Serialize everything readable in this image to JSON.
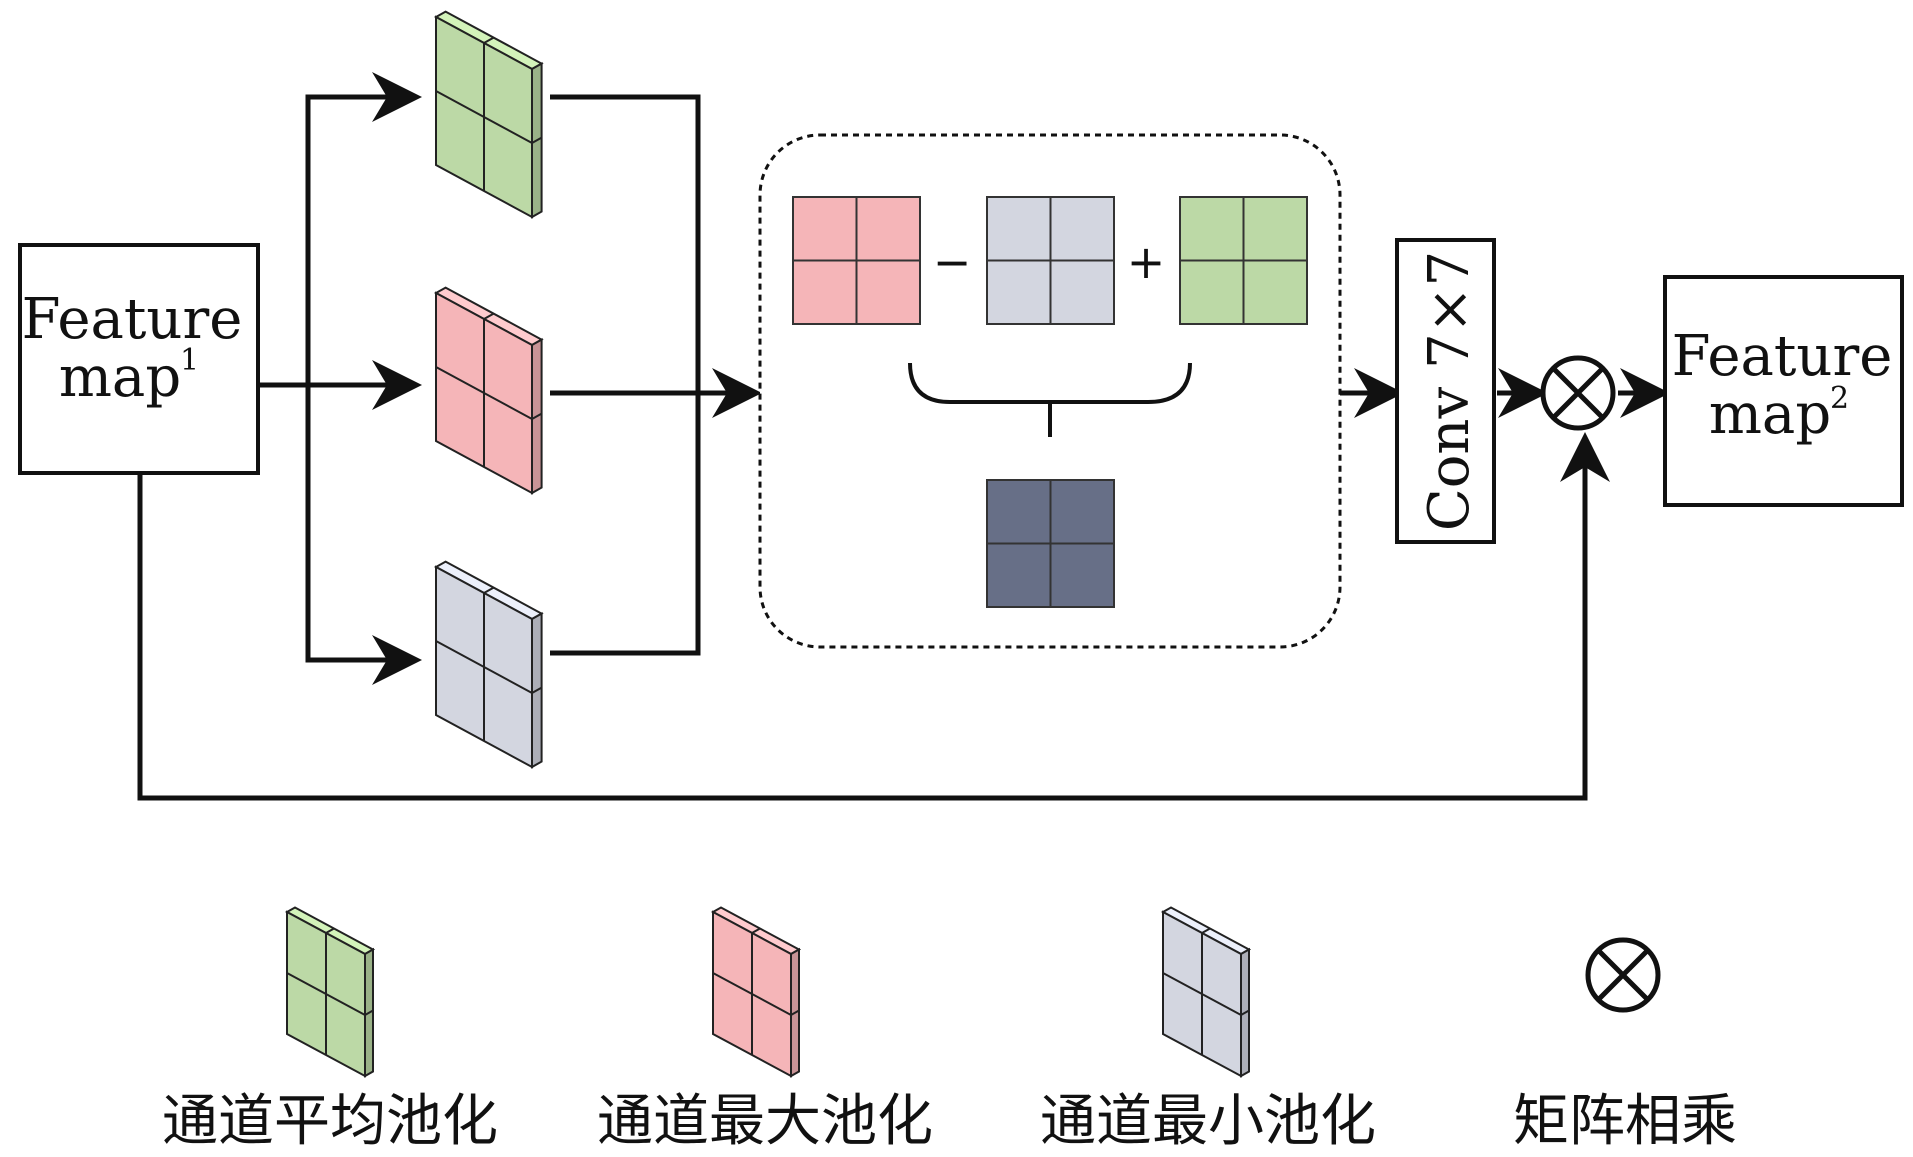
{
  "colors": {
    "avg_pool": "#bcd9a6",
    "max_pool": "#f5b5b8",
    "min_pool": "#d3d6e0",
    "diff_result": "#676f87",
    "line": "#111111"
  },
  "nodes": {
    "input": {
      "line1": "Feature",
      "line2": "map",
      "sup": "1"
    },
    "output": {
      "line1": "Feature",
      "line2": "map",
      "sup": "2"
    },
    "conv": {
      "label": "Conv 7×7"
    },
    "multiply": {
      "icon": "circled-times-icon"
    }
  },
  "operators": {
    "minus": "−",
    "plus": "+"
  },
  "legend": {
    "avg_pool": "通道平均池化",
    "max_pool": "通道最大池化",
    "min_pool": "通道最小池化",
    "multiply": "矩阵相乘"
  }
}
